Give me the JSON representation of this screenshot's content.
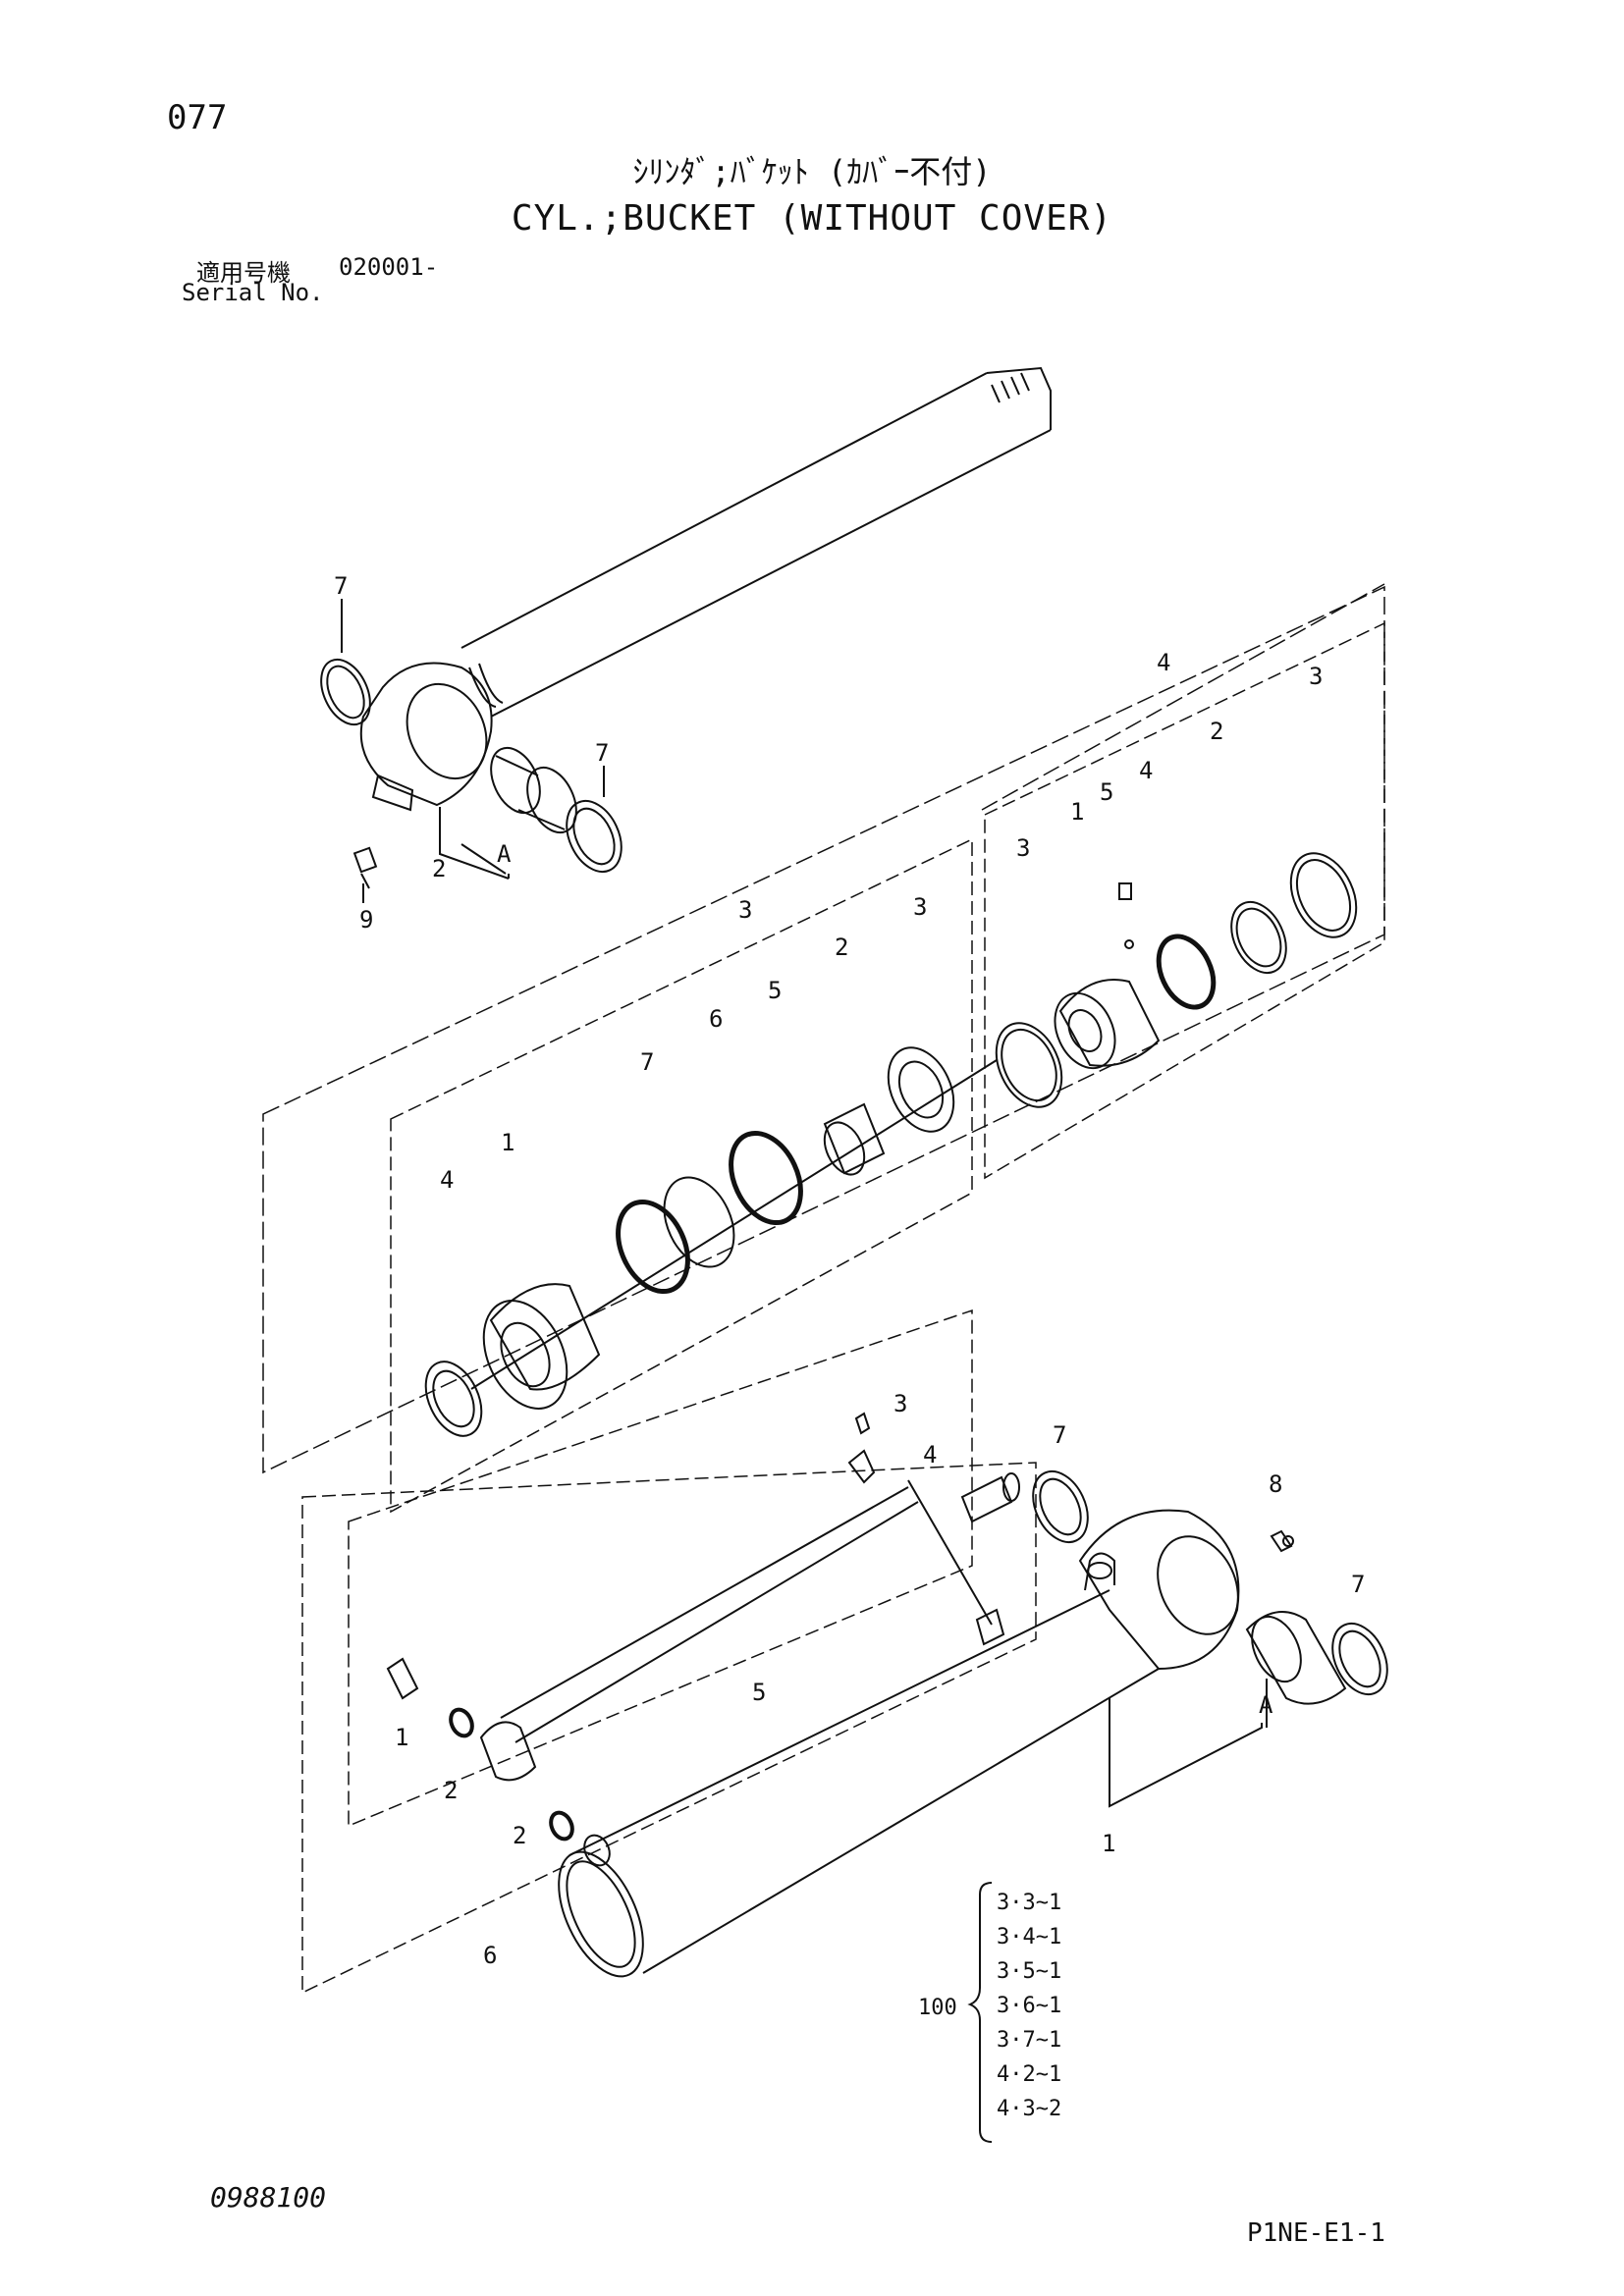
{
  "header": {
    "page_number": "077",
    "title_jp": "ｼﾘﾝﾀﾞ;ﾊﾞｹｯﾄ (ｶﾊﾞｰ不付)",
    "title_en": "CYL.;BUCKET (WITHOUT COVER)",
    "serial_label_jp": "適用号機",
    "serial_value": "020001-",
    "serial_label_en": "Serial No."
  },
  "callouts": {
    "rod_end": {
      "seal_left": "7",
      "seal_right": "7",
      "bushing": "2",
      "group": "A",
      "grease_fitting": "9"
    },
    "piston": {
      "group": "4",
      "item_3": "3",
      "item_2": "2",
      "item_4": "4",
      "item_5": "5",
      "item_1": "1",
      "item_3b": "3"
    },
    "gland": {
      "group": "3",
      "item_3": "3",
      "item_2": "2",
      "item_5": "5",
      "item_6": "6",
      "item_7": "7",
      "item_1": "1",
      "item_4": "4"
    },
    "tube": {
      "item_3": "3",
      "item_4": "4",
      "item_7_top": "7",
      "item_8": "8",
      "item_7_right": "7",
      "group_A": "A",
      "item_5": "5",
      "item_1_fitting": "1",
      "item_2_upper": "2",
      "item_2_lower": "2",
      "item_6": "6",
      "tube_1": "1"
    }
  },
  "reference_group": {
    "label": "100",
    "items": [
      "3·3~1",
      "3·4~1",
      "3·5~1",
      "3·6~1",
      "3·7~1",
      "4·2~1",
      "4·3~2"
    ]
  },
  "footer": {
    "document_number": "0988100",
    "page_code": "P1NE-E1-1"
  }
}
